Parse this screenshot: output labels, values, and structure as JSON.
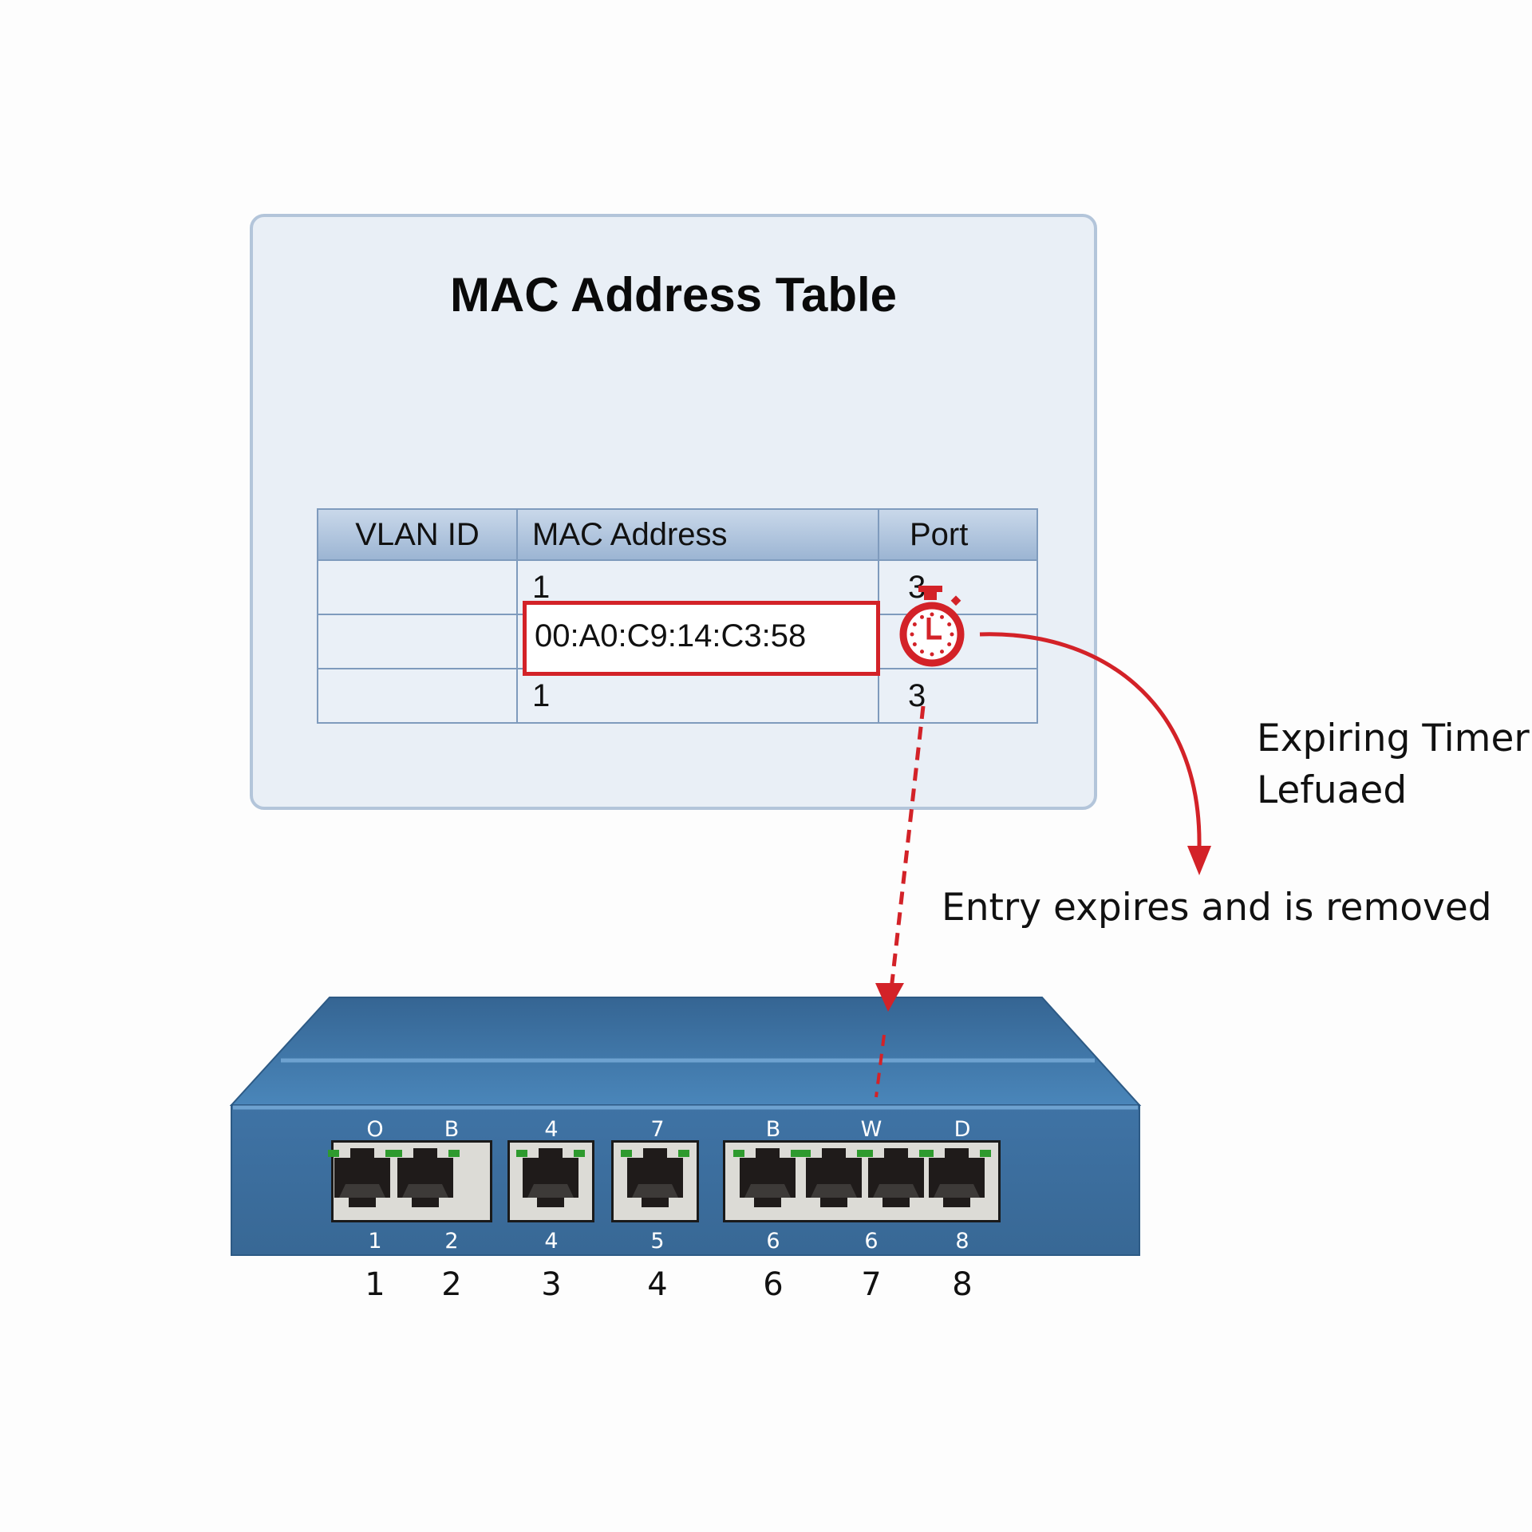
{
  "panel": {
    "title": "MAC Address Table",
    "table": {
      "headers": [
        "VLAN ID",
        "MAC Address",
        "Port"
      ],
      "rows": [
        {
          "vlan": "",
          "mac": "1",
          "port": "3"
        },
        {
          "vlan": "",
          "mac": "00:A0:C9:14:C3:58",
          "port": ""
        },
        {
          "vlan": "",
          "mac": "1",
          "port": "3"
        }
      ],
      "highlighted_row": 1
    }
  },
  "annotations": {
    "timer_label_line1": "Expiring Timer",
    "timer_label_line2": "Lefuaed",
    "removal_label": "Entry expires and is removed",
    "timer_icon": "stopwatch-icon"
  },
  "colors": {
    "accent_red": "#d32228",
    "switch_blue": "#3d6f9e",
    "led_green": "#2e9a2e",
    "panel_bg": "#e9eff6"
  },
  "switch": {
    "ports": [
      {
        "top_label": "O",
        "bottom_label": "1",
        "number": "1"
      },
      {
        "top_label": "B",
        "bottom_label": "2",
        "number": "2"
      },
      {
        "top_label": "4",
        "bottom_label": "4",
        "number": "3"
      },
      {
        "top_label": "7",
        "bottom_label": "5",
        "number": "4"
      },
      {
        "top_label": "B",
        "bottom_label": "6",
        "number": "6"
      },
      {
        "top_label": "",
        "bottom_label": "",
        "number": ""
      },
      {
        "top_label": "W",
        "bottom_label": "6",
        "number": "7"
      },
      {
        "top_label": "D",
        "bottom_label": "8",
        "number": "8"
      }
    ]
  }
}
